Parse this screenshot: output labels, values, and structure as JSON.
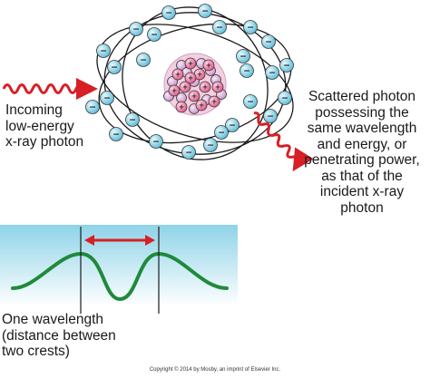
{
  "labels": {
    "incoming": "Incoming\nlow-energy\nx-ray photon",
    "scattered": "Scattered photon\npossessing the\nsame wavelength\nand energy, or\npenetrating power,\nas that of the\nincident x-ray\nphoton",
    "wavelength": "One wavelength\n(distance between\ntwo crests)",
    "copyright": "Copyright © 2014 by Mosby, an imprint of Elsevier Inc."
  },
  "symbols": {
    "electron": "−",
    "proton": "+"
  },
  "colors": {
    "electron": "#5bbcd8",
    "proton": "#e8729a",
    "neutron": "#d9a8d8",
    "photon_wave": "#d81f26",
    "sine_wave": "#1f8a3a",
    "panel_gradient_top": "#8fd3e8",
    "panel_gradient_bottom": "#ffffff"
  }
}
